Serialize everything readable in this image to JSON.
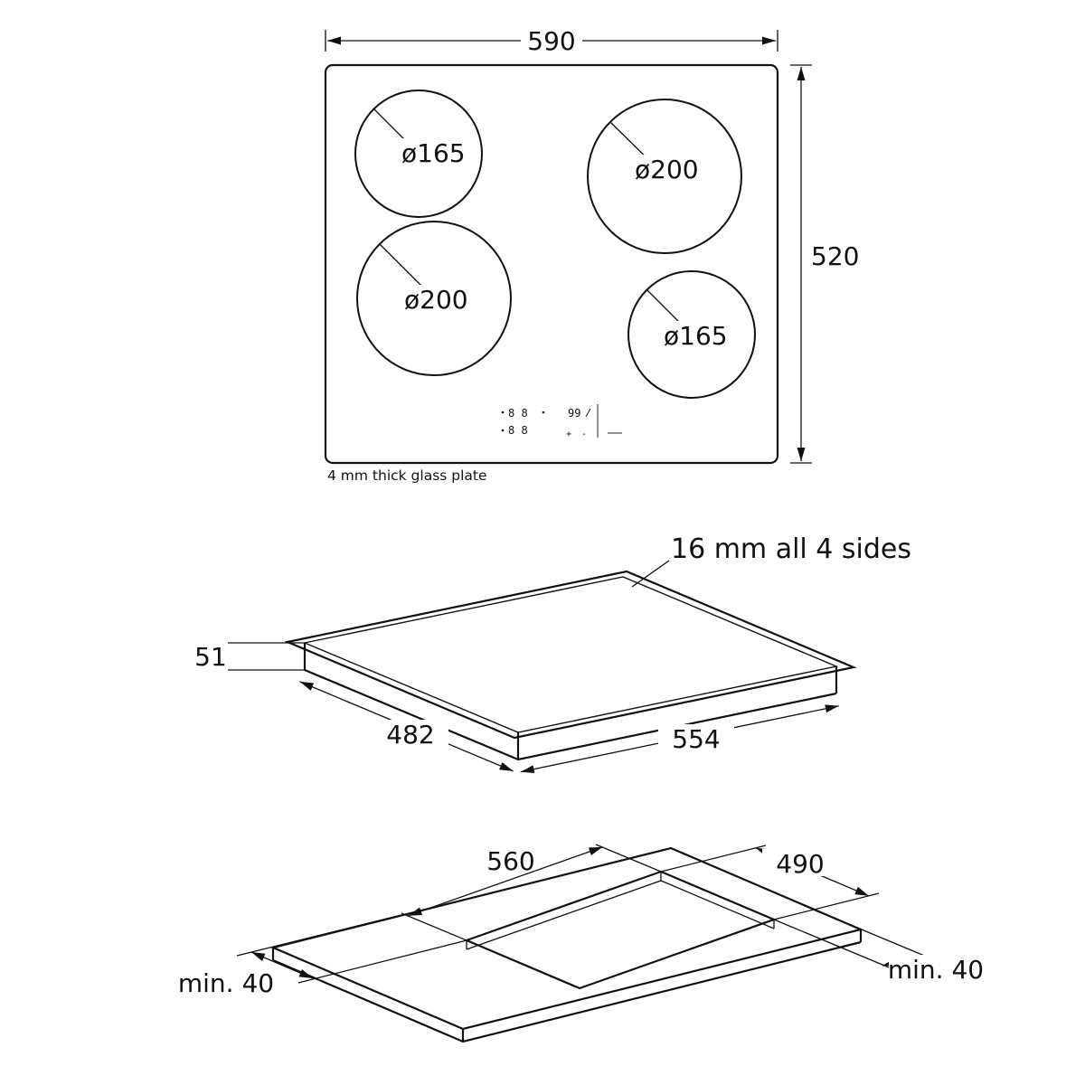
{
  "top_view": {
    "width_dim": "590",
    "height_dim": "520",
    "burners": [
      {
        "label": "ø165"
      },
      {
        "label": "ø200"
      },
      {
        "label": "ø200"
      },
      {
        "label": "ø165"
      }
    ],
    "control_panel": {
      "display_left_top": "8 8",
      "display_left_bottom": "8 8",
      "display_right": "99",
      "plus": "+",
      "minus": "-"
    },
    "caption": "4 mm thick glass plate"
  },
  "underside_view": {
    "overhang_note": "16 mm all 4 sides",
    "height_dim": "51",
    "depth_dim": "482",
    "width_dim": "554"
  },
  "cutout_view": {
    "cutout_width_dim": "560",
    "cutout_depth_dim": "490",
    "clearance_left": "min. 40",
    "clearance_right": "min. 40"
  }
}
